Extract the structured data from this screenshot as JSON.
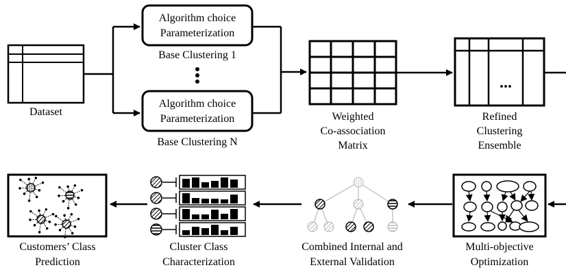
{
  "diagram": {
    "dataset_label": "Dataset",
    "base_box_top": {
      "line1": "Algorithm choice",
      "line2": "Parameterization"
    },
    "base_box_bottom": {
      "line1": "Algorithm choice",
      "line2": "Parameterization"
    },
    "base_clustering_1": "Base Clustering 1",
    "base_clustering_n": "Base Clustering N",
    "weighted_matrix": {
      "line1": "Weighted",
      "line2": "Co-association",
      "line3": "Matrix"
    },
    "refined_ensemble": {
      "line1": "Refined",
      "line2": "Clustering",
      "line3": "Ensemble",
      "ellipsis": "..."
    },
    "multi_objective": {
      "line1": "Multi-objective",
      "line2": "Optimization"
    },
    "validation": {
      "line1": "Combined Internal and",
      "line2": "External Validation"
    },
    "characterization": {
      "line1": "Cluster Class",
      "line2": "Characterization"
    },
    "prediction": {
      "line1": "Customers’ Class",
      "line2": "Prediction"
    }
  },
  "colors": {
    "stroke": "#000000",
    "faded": "#cccccc",
    "fill": "#ffffff"
  }
}
